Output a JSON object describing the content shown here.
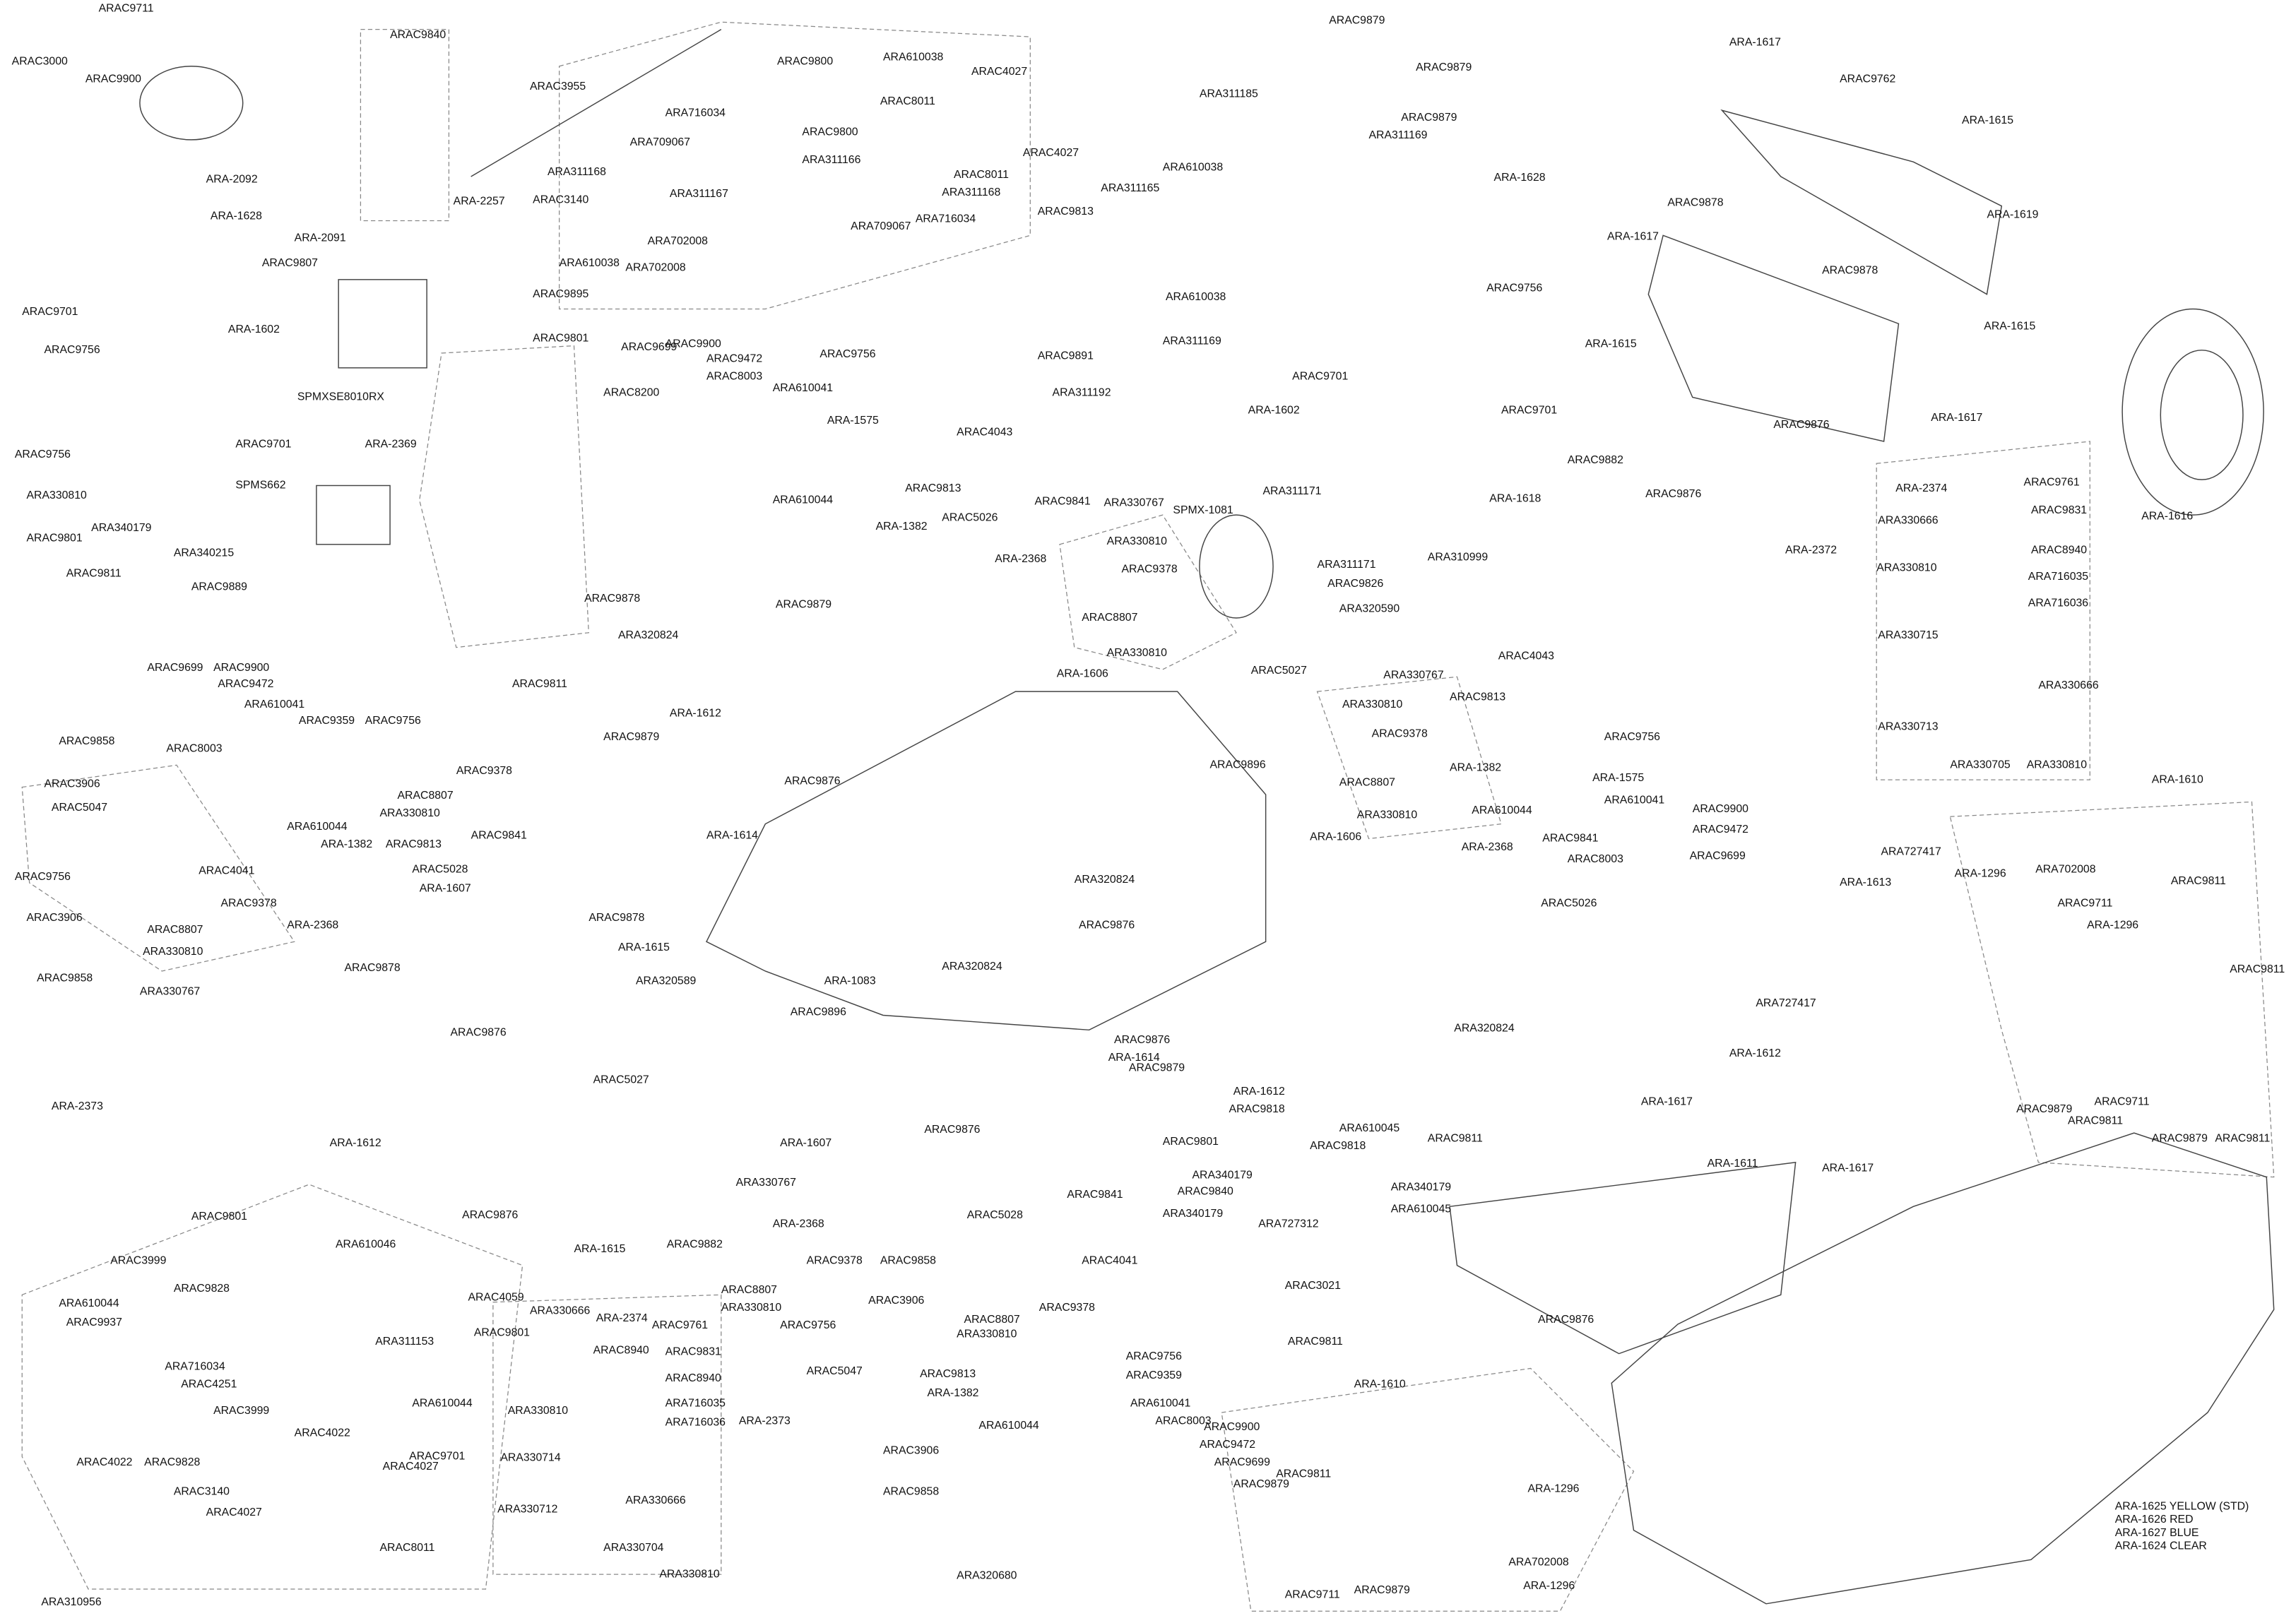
{
  "labels": [
    "ARAC3000",
    "ARAC9711",
    "ARAC9900",
    "ARA-2092",
    "ARA-1628",
    "ARAC9807",
    "ARAC9701",
    "ARAC9756",
    "ARA-1602",
    "ARAC9756",
    "ARAC9701",
    "ARA330810",
    "ARA340179",
    "ARA340215",
    "ARAC9801",
    "ARAC9811",
    "ARAC9889",
    "ARAC9840",
    "ARA-2091",
    "ARA-2257",
    "SPMXSE8010RX",
    "ARA-2369",
    "SPMS662",
    "ARAC3955",
    "ARAC3140",
    "ARA311168",
    "ARA709067",
    "ARA716034",
    "ARA311167",
    "ARAC9800",
    "ARA610038",
    "ARAC4027",
    "ARAC8011",
    "ARA311166",
    "ARAC9800",
    "ARAC4027",
    "ARAC8011",
    "ARA311168",
    "ARA716034",
    "ARA709067",
    "ARA702008",
    "ARA702008",
    "ARA610038",
    "ARAC9895",
    "ARAC9801",
    "ARAC9699",
    "ARAC9900",
    "ARAC9472",
    "ARAC8003",
    "ARAC8200",
    "ARA610041",
    "ARAC9756",
    "ARA-1575",
    "ARA610044",
    "ARAC4043",
    "ARAC9813",
    "ARAC5026",
    "ARA-1382",
    "ARAC9841",
    "ARA330767",
    "SPMX-1081",
    "ARA330810",
    "ARAC9378",
    "ARAC8807",
    "ARA330810",
    "ARA-2368",
    "ARA-1606",
    "ARAC9813",
    "ARA311165",
    "ARA610038",
    "ARAC9891",
    "ARA311192",
    "ARA610038",
    "ARA311169",
    "ARAC9879",
    "ARAC9879",
    "ARA311185",
    "ARAC9879",
    "ARA311169",
    "ARA-1628",
    "ARAC9756",
    "ARAC9701",
    "ARA-1602",
    "ARAC9701",
    "ARA-1618",
    "ARAC9882",
    "ARA311171",
    "ARA311171",
    "ARAC9826",
    "ARA310999",
    "ARA320590",
    "ARAC5027",
    "ARAC4043",
    "ARA330767",
    "ARAC9813",
    "ARA330810",
    "ARAC9378",
    "ARA-1382",
    "ARAC8807",
    "ARA330810",
    "ARA610044",
    "ARA-1575",
    "ARAC9756",
    "ARA610041",
    "ARAC9841",
    "ARAC8003",
    "ARAC9900",
    "ARAC9472",
    "ARAC9699",
    "ARA-1606",
    "ARA-2368",
    "ARAC5026",
    "ARA-1617",
    "ARAC9762",
    "ARA-1615",
    "ARA-1619",
    "ARAC9878",
    "ARA-1617",
    "ARAC9878",
    "ARA-1615",
    "ARA-1615",
    "ARA-1617",
    "ARAC9876",
    "ARAC9876",
    "ARA-1616",
    "ARA-2374",
    "ARAC9761",
    "ARA330666",
    "ARAC9831",
    "ARA-2372",
    "ARAC8940",
    "ARA330810",
    "ARA716035",
    "ARA716036",
    "ARA330715",
    "ARA330666",
    "ARA330713",
    "ARA330705",
    "ARA330810",
    "ARA-1610",
    "ARA727417",
    "ARA-1613",
    "ARA-1296",
    "ARA702008",
    "ARAC9811",
    "ARAC9711",
    "ARA-1296",
    "ARAC9811",
    "ARA727417",
    "ARA-1612",
    "ARAC9879",
    "ARAC9711",
    "ARAC9811",
    "ARAC9879",
    "ARAC9811",
    "ARA-1617",
    "ARA-1611",
    "ARA-1617",
    "ARAC9876",
    "ARAC9879",
    "ARAC9878",
    "ARA320824",
    "ARAC9811",
    "ARA-1612",
    "ARAC9879",
    "ARAC9876",
    "ARA-1614",
    "ARAC9896",
    "ARA320824",
    "ARAC9876",
    "ARA320824",
    "ARA-1083",
    "ARAC9896",
    "ARAC9876",
    "ARA-1614",
    "ARAC9879",
    "ARA320824",
    "ARAC9699",
    "ARAC9900",
    "ARAC9472",
    "ARA610041",
    "ARAC9359",
    "ARAC9756",
    "ARAC9858",
    "ARAC8003",
    "ARAC3906",
    "ARAC5047",
    "ARAC9378",
    "ARAC8807",
    "ARA330810",
    "ARA610044",
    "ARA-1382",
    "ARAC9813",
    "ARAC9841",
    "ARAC4041",
    "ARAC5028",
    "ARA-1607",
    "ARAC9756",
    "ARAC9378",
    "ARAC8807",
    "ARAC3906",
    "ARA-2368",
    "ARA330810",
    "ARAC9858",
    "ARA330767",
    "ARAC9878",
    "ARAC9878",
    "ARA-1615",
    "ARA320589",
    "ARAC9876",
    "ARAC5027",
    "ARA-2373",
    "ARA-1612",
    "ARA-1612",
    "ARAC9876",
    "ARAC9818",
    "ARAC9801",
    "ARA610045",
    "ARAC9818",
    "ARAC9811",
    "ARA340179",
    "ARAC9840",
    "ARA340179",
    "ARA340179",
    "ARA610045",
    "ARA727312",
    "ARAC9876",
    "ARA-1615",
    "ARAC9882",
    "ARA-1607",
    "ARA330767",
    "ARAC9841",
    "ARAC5028",
    "ARA-2368",
    "ARAC9378",
    "ARAC9858",
    "ARAC4041",
    "ARAC3021",
    "ARAC9801",
    "ARA610046",
    "ARAC3999",
    "ARAC9828",
    "ARAC4059",
    "ARA311153",
    "ARA610044",
    "ARAC9937",
    "ARA716034",
    "ARAC4251",
    "ARAC9801",
    "ARAC3999",
    "ARA610044",
    "ARAC4022",
    "ARAC4022",
    "ARAC9828",
    "ARAC9701",
    "ARAC4027",
    "ARAC3140",
    "ARAC4027",
    "ARAC8011",
    "ARA310956",
    "ARAC3906",
    "ARAC8807",
    "ARA330810",
    "ARAC9378",
    "ARAC8807",
    "ARA330810",
    "ARAC9756",
    "ARAC5047",
    "ARAC9813",
    "ARA-1382",
    "ARAC9756",
    "ARAC9359",
    "ARA610044",
    "ARA610041",
    "ARAC8003",
    "ARAC9900",
    "ARAC9472",
    "ARAC9699",
    "ARAC3906",
    "ARA-2373",
    "ARAC9858",
    "ARA320680",
    "ARAC9811",
    "ARA-1610",
    "ARAC9879",
    "ARAC9811",
    "ARA-1296",
    "ARA702008",
    "ARA-1296",
    "ARAC9711",
    "ARAC9879",
    "ARA330666",
    "ARA-2374",
    "ARAC9761",
    "ARAC8940",
    "ARAC9831",
    "ARAC8940",
    "ARA330810",
    "ARA716035",
    "ARA716036",
    "ARA330714",
    "ARA330666",
    "ARA330712",
    "ARA330704",
    "ARA330810"
  ],
  "body_options": [
    "ARA-1625 YELLOW (STD)",
    "ARA-1626 RED",
    "ARA-1627 BLUE",
    "ARA-1624 CLEAR"
  ]
}
